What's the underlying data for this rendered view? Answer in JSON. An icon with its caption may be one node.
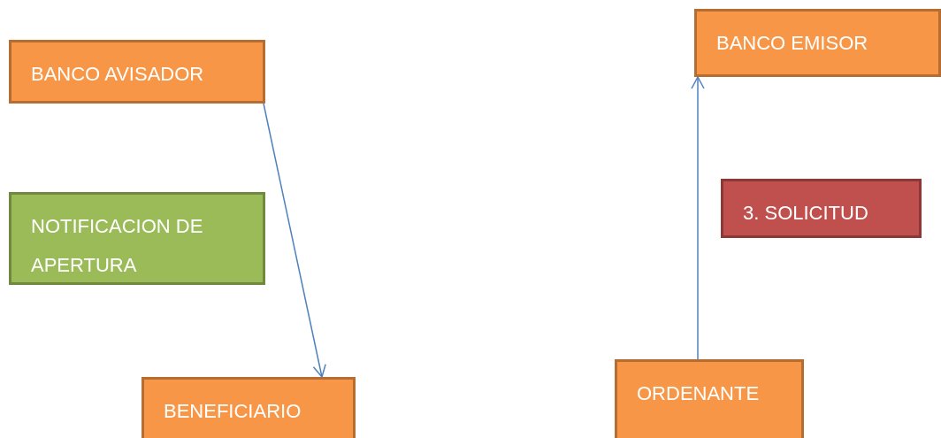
{
  "diagram": {
    "nodes": [
      {
        "text": [
          "BANCO AVISADOR"
        ]
      },
      {
        "text": [
          "NOTIFICACION DE APERTURA"
        ]
      },
      {
        "text": [
          "BENEFICIARIO"
        ]
      },
      {
        "text": [
          "BANCO EMISOR"
        ]
      },
      {
        "text": [
          "3. SOLICITUD"
        ]
      },
      {
        "text": [
          "ORDENANTE"
        ]
      }
    ],
    "edges": [
      {
        "from": 0,
        "to": 2,
        "arrow": "to"
      },
      {
        "from": 5,
        "to": 3,
        "arrow": "to"
      }
    ]
  }
}
